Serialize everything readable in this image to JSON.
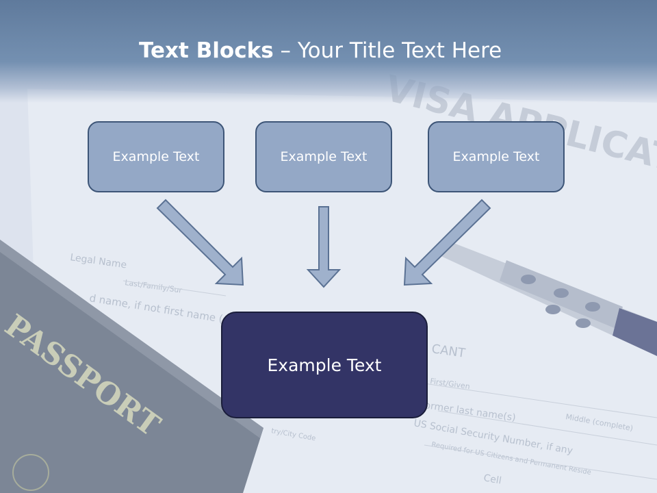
{
  "slide": {
    "title_bold": "Text Blocks",
    "title_rest": " – Your Title Text Here"
  },
  "blocks": [
    {
      "label": "Example Text"
    },
    {
      "label": "Example Text"
    },
    {
      "label": "Example Text"
    }
  ],
  "main_block": {
    "label": "Example Text"
  },
  "background": {
    "passport_text": "PASSPORT",
    "form_heading": "VISA APPLICATION",
    "form_lines": [
      "Legal Name",
      "Last/Family/Sur",
      "d name, if not first name (only",
      "CANT",
      "First/Given",
      "ormer last name(s)",
      "Middle (complete)",
      "US Social Security Number, if any",
      "Required for US Citizens and Permanent Reside",
      "Cell",
      "try/City Code"
    ]
  },
  "colors": {
    "title_bar": "#6f8aad",
    "block_fill": "#94a8c6",
    "block_border": "#3d5577",
    "main_fill": "#333466",
    "arrow_fill": "#9fb1cc",
    "arrow_stroke": "#5a7193"
  }
}
